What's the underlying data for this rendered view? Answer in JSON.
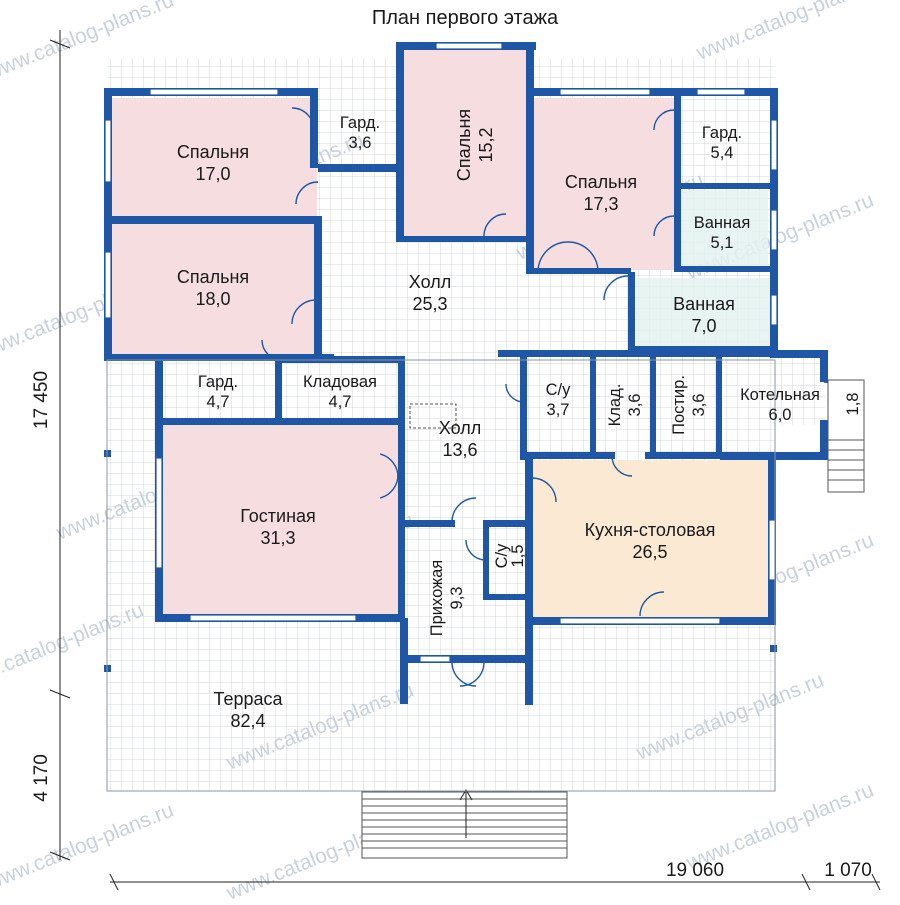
{
  "plan": {
    "title": "План первого этажа",
    "watermark": "www.catalog-plans.ru",
    "colors": {
      "wall": "#1f57a6",
      "bedroom": "#f6dde0",
      "bathroom": "#e4f2f0",
      "kitchen": "#fbe9d3",
      "grid": "#c4ccd6",
      "dimension": "#222222"
    },
    "rooms": [
      {
        "id": "bedroom-1",
        "name": "Спальня",
        "area": "17,0"
      },
      {
        "id": "wardrobe-1",
        "name": "Гард.",
        "area": "3,6"
      },
      {
        "id": "bedroom-2",
        "name": "Спальня",
        "area": "15,2"
      },
      {
        "id": "bedroom-3",
        "name": "Спальня",
        "area": "17,3"
      },
      {
        "id": "wardrobe-2",
        "name": "Гард.",
        "area": "5,4"
      },
      {
        "id": "bathroom-1",
        "name": "Ванная",
        "area": "5,1"
      },
      {
        "id": "bedroom-4",
        "name": "Спальня",
        "area": "18,0"
      },
      {
        "id": "hall-1",
        "name": "Холл",
        "area": "25,3"
      },
      {
        "id": "bathroom-2",
        "name": "Ванная",
        "area": "7,0"
      },
      {
        "id": "wardrobe-3",
        "name": "Гард.",
        "area": "4,7"
      },
      {
        "id": "pantry",
        "name": "Кладовая",
        "area": "4,7"
      },
      {
        "id": "wc-1",
        "name": "С/у",
        "area": "3,7"
      },
      {
        "id": "storage",
        "name": "Клад.",
        "area": "3,6"
      },
      {
        "id": "laundry",
        "name": "Постир.",
        "area": "3,6"
      },
      {
        "id": "boiler",
        "name": "Котельная",
        "area": "6,0"
      },
      {
        "id": "hall-2",
        "name": "Холл",
        "area": "13,6"
      },
      {
        "id": "living",
        "name": "Гостиная",
        "area": "31,3"
      },
      {
        "id": "kitchen",
        "name": "Кухня-столовая",
        "area": "26,5"
      },
      {
        "id": "wc-2",
        "name": "С/у",
        "area": "1,5"
      },
      {
        "id": "entry",
        "name": "Прихожая",
        "area": "9,3"
      },
      {
        "id": "terrace",
        "name": "Терраса",
        "area": "82,4"
      }
    ],
    "dimensions": {
      "height_main": "17 450",
      "height_terrace": "4 170",
      "width_main": "19 060",
      "width_porch": "1 070",
      "porch_step": "1,8"
    }
  }
}
